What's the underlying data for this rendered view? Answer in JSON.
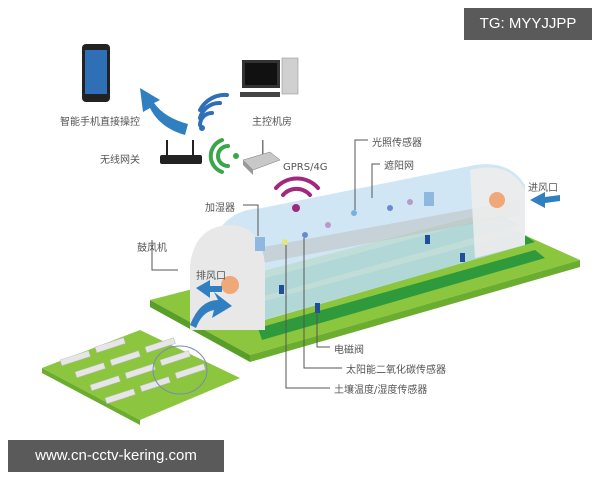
{
  "watermarks": {
    "top_right": "TG: MYYJJPP",
    "bottom_left": "www.cn-cctv-kering.com"
  },
  "labels": {
    "smartphone": "智能手机直接操控",
    "gateway": "无线网关",
    "control_room": "主控机房",
    "gprs": "GPRS/4G",
    "light_sensor": "光照传感器",
    "shade_net": "遮阳网",
    "humidifier": "加湿器",
    "blower": "鼓风机",
    "exhaust": "排风口",
    "intake": "进风口",
    "solenoid_valve": "电磁阀",
    "co2_sensor": "太阳能二氧化碳传感器",
    "soil_sensor": "土壤温度/湿度传感器"
  },
  "colors": {
    "ground_light": "#8cc63f",
    "ground_dark": "#5a9e2a",
    "crop_row": "#2e9a3c",
    "greenhouse_roof": "#c9e2f2",
    "greenhouse_end": "#ececec",
    "arrow_blue": "#2f7fc1",
    "wifi_blue": "#2f6fb8",
    "wifi_green": "#3aa64a",
    "wifi_purple": "#a0297e",
    "badge_bg": "#5a5a5a"
  }
}
